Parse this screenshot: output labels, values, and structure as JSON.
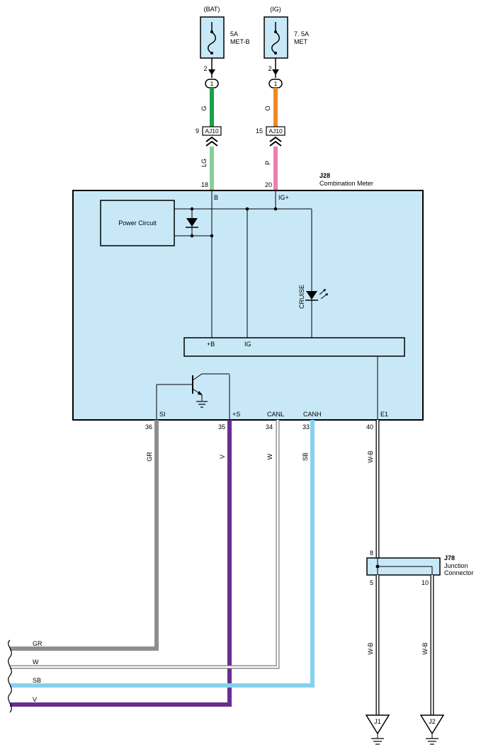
{
  "fuses": [
    {
      "source": "(BAT)",
      "rating": "5A",
      "name": "MET-B",
      "pin": "2",
      "splice": "1"
    },
    {
      "source": "(IG)",
      "rating": "7. 5A",
      "name": "MET",
      "pin": "2",
      "splice": "1"
    }
  ],
  "connector_aj10": {
    "name": "AJ10",
    "pins": [
      "9",
      "15"
    ]
  },
  "wire_colors": {
    "upper_left": "G",
    "upper_right": "O",
    "lower_left": "LG",
    "lower_right": "P",
    "si": "GR",
    "plus_s": "V",
    "canl": "W",
    "canh": "SB",
    "e1": "W-B",
    "j1": "W-B",
    "j2": "W-B"
  },
  "meter": {
    "id": "J28",
    "name": "Combination Meter",
    "pin_b": "18",
    "pin_ig": "20",
    "term_b": "B",
    "term_ig": "IG+",
    "power_circuit": "Power Circuit",
    "cruise": "CRUISE",
    "inner_plus_b": "+B",
    "inner_ig": "IG",
    "term_si": "SI",
    "term_plus_s": "+S",
    "term_canl": "CANL",
    "term_canh": "CANH",
    "term_e1": "E1",
    "pin_si": "36",
    "pin_plus_s": "35",
    "pin_canl": "34",
    "pin_canh": "33",
    "pin_e1": "40"
  },
  "junction": {
    "id": "J78",
    "name_line1": "Junction",
    "name_line2": "Connector",
    "pin_in": "8",
    "pin_out1": "5",
    "pin_out2": "10"
  },
  "grounds": [
    "J1",
    "J2"
  ],
  "bus_labels": [
    "GR",
    "W",
    "SB",
    "V"
  ],
  "colors": {
    "green": "#1aa048",
    "orange": "#f08a1e",
    "light_green": "#86cf9a",
    "pink": "#ee7fb4",
    "gray": "#8e8e8e",
    "violet": "#6a2c8e",
    "sky_blue": "#86d1ef",
    "box_fill": "#c8e8f8"
  }
}
